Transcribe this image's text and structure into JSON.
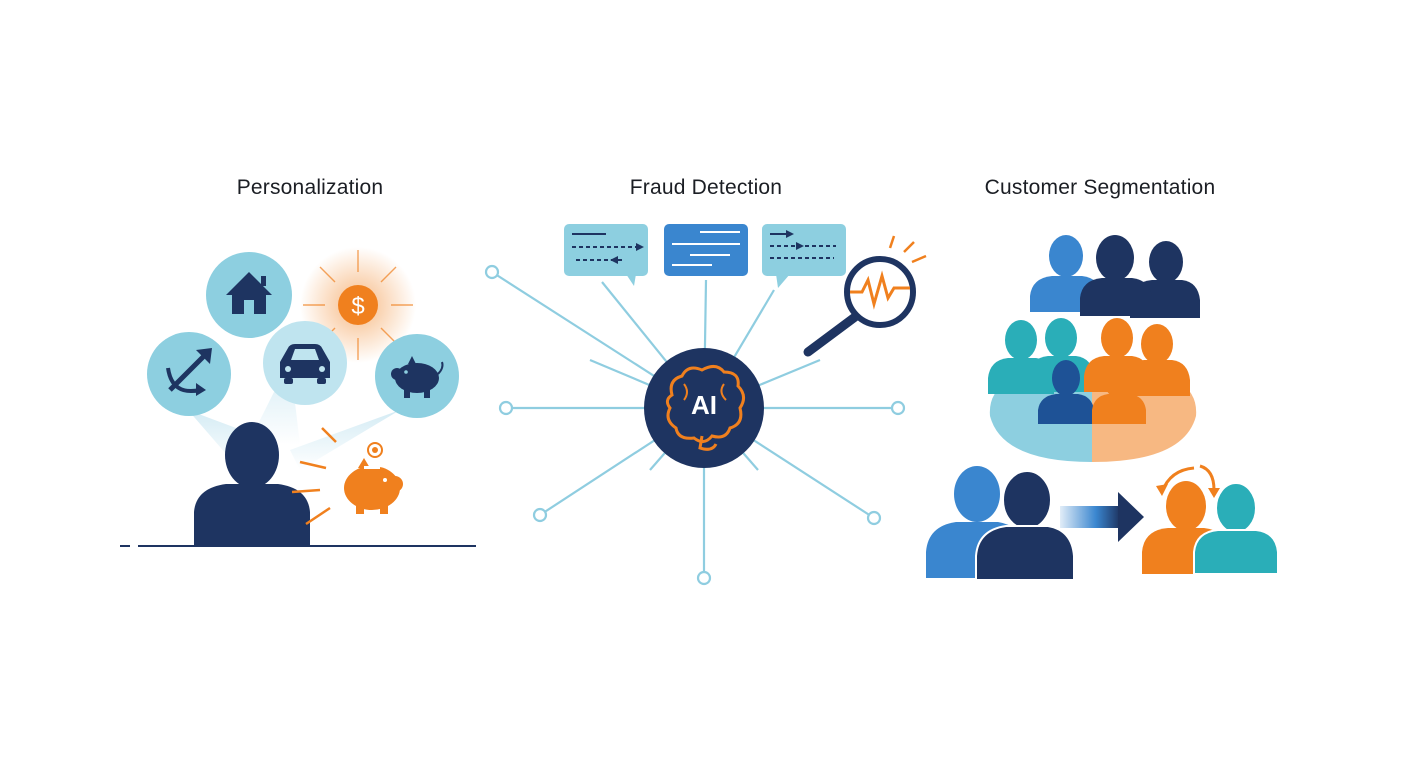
{
  "panels": {
    "personalization": {
      "title": "Personalization",
      "icons": [
        "house-icon",
        "dollar-icon",
        "growth-arrow-icon",
        "car-icon",
        "piggy-bank-icon",
        "person-icon",
        "coin-piggy-bank-icon"
      ]
    },
    "fraud_detection": {
      "title": "Fraud Detection",
      "hub_label": "AI",
      "icons": [
        "transaction-bubble-icon",
        "transaction-bubble-icon",
        "transaction-bubble-icon",
        "magnifier-anomaly-icon",
        "brain-icon"
      ]
    },
    "customer_segmentation": {
      "title": "Customer Segmentation",
      "icons": [
        "people-group-icon",
        "segment-pie-icon",
        "arrow-right-icon",
        "cycle-arrows-icon"
      ]
    }
  },
  "colors": {
    "navy": "#1e3461",
    "blue": "#3a86cf",
    "light_blue": "#9fd3e4",
    "teal": "#2aaeb8",
    "orange": "#f0801e",
    "line": "#8fcde0"
  }
}
